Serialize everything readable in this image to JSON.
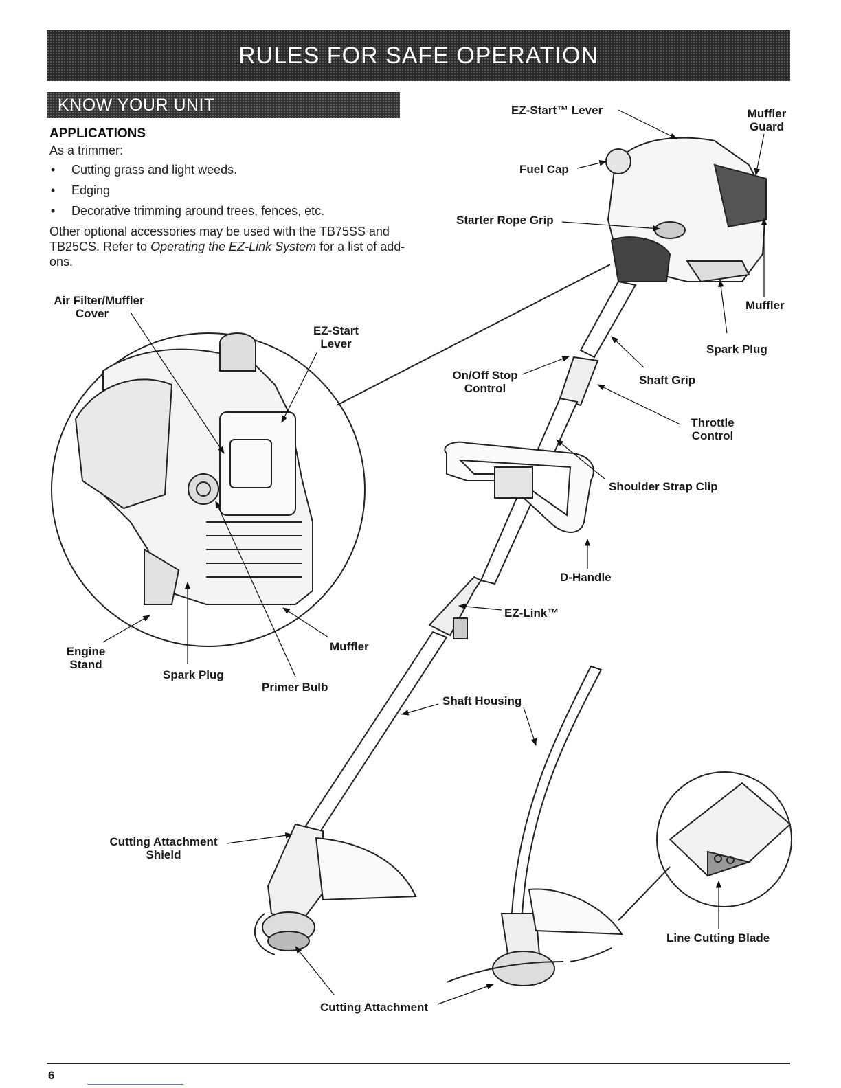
{
  "header": {
    "title": "RULES FOR SAFE OPERATION",
    "subtitle": "KNOW YOUR UNIT"
  },
  "applications": {
    "heading": "APPLICATIONS",
    "intro": "As a trimmer:",
    "bullets": [
      "Cutting grass and light weeds.",
      "Edging",
      "Decorative trimming around trees, fences, etc."
    ],
    "note_start": "Other optional accessories may be used with the TB75SS and TB25CS. Refer to ",
    "note_italic": "Operating the EZ-Link System",
    "note_end": " for a list of add-ons."
  },
  "labels": {
    "ez_start_tm_lever": "EZ-Start™ Lever",
    "muffler_guard_1": "Muffler",
    "muffler_guard_2": "Guard",
    "fuel_cap": "Fuel Cap",
    "starter_rope_grip": "Starter Rope Grip",
    "muffler_right": "Muffler",
    "spark_plug_right": "Spark Plug",
    "shaft_grip": "Shaft Grip",
    "on_off_1": "On/Off Stop",
    "on_off_2": "Control",
    "throttle_1": "Throttle",
    "throttle_2": "Control",
    "shoulder_strap_clip": "Shoulder Strap Clip",
    "d_handle": "D-Handle",
    "ez_link": "EZ-Link™",
    "shaft_housing": "Shaft Housing",
    "air_filter_1": "Air Filter/Muffler",
    "air_filter_2": "Cover",
    "ez_start_1": "EZ-Start",
    "ez_start_2": "Lever",
    "engine_stand_1": "Engine",
    "engine_stand_2": "Stand",
    "spark_plug_left": "Spark Plug",
    "primer_bulb": "Primer Bulb",
    "muffler_left": "Muffler",
    "cutting_shield_1": "Cutting Attachment",
    "cutting_shield_2": "Shield",
    "cutting_attachment": "Cutting Attachment",
    "line_cutting_blade": "Line Cutting Blade"
  },
  "footer": {
    "page_number": "6"
  }
}
